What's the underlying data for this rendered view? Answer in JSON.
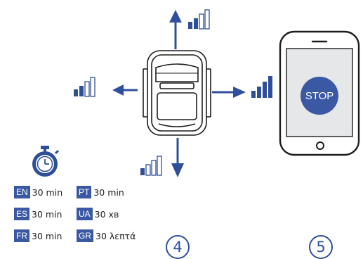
{
  "colors": {
    "accent": "#2f4f9a",
    "line": "#1d1d1b",
    "screen": "#e6e7e8",
    "stop": "#3b59a3"
  },
  "icons": {
    "signal": "signal-bars-icon",
    "arrow": "arrow-icon",
    "timer": "stopwatch-icon",
    "device": "motion-sensor-icon",
    "phone": "smartphone-icon"
  },
  "durations": [
    {
      "code": "EN",
      "value": "30 min"
    },
    {
      "code": "ES",
      "value": "30 min"
    },
    {
      "code": "FR",
      "value": "30 min"
    },
    {
      "code": "PT",
      "value": "30 min"
    },
    {
      "code": "UA",
      "value": "30 хв"
    },
    {
      "code": "GR",
      "value": "30 λεπτά"
    }
  ],
  "phone": {
    "button_label": "STOP"
  },
  "steps": [
    {
      "number": "4"
    },
    {
      "number": "5"
    }
  ]
}
